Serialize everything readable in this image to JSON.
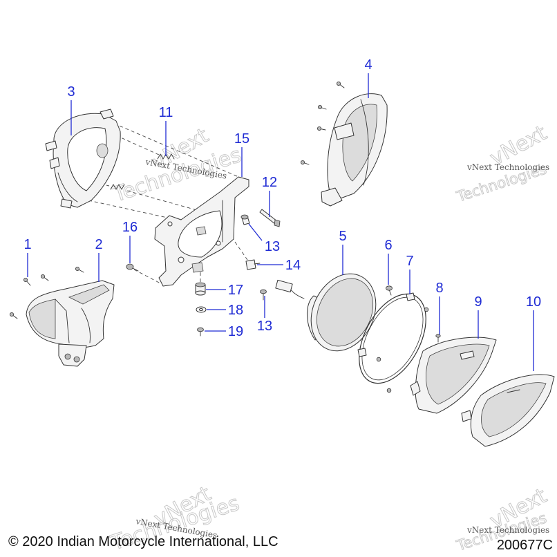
{
  "callouts": {
    "c1": "1",
    "c2": "2",
    "c3": "3",
    "c4": "4",
    "c5": "5",
    "c6": "6",
    "c7": "7",
    "c8": "8",
    "c9": "9",
    "c10": "10",
    "c11": "11",
    "c12": "12",
    "c13_upper": "13",
    "c13_lower": "13",
    "c14": "14",
    "c15": "15",
    "c16": "16",
    "c17": "17",
    "c18": "18",
    "c19": "19"
  },
  "footer": {
    "copyright": "© 2020 Indian Motorcycle International, LLC",
    "drawing_number": "200677C"
  },
  "watermark": {
    "brand": "vNext",
    "word": "Technologies",
    "full": "vNext Technologies"
  },
  "colors": {
    "callout": "#1f2bd4",
    "linework": "#333333",
    "watermark": "#c8c8c8"
  }
}
